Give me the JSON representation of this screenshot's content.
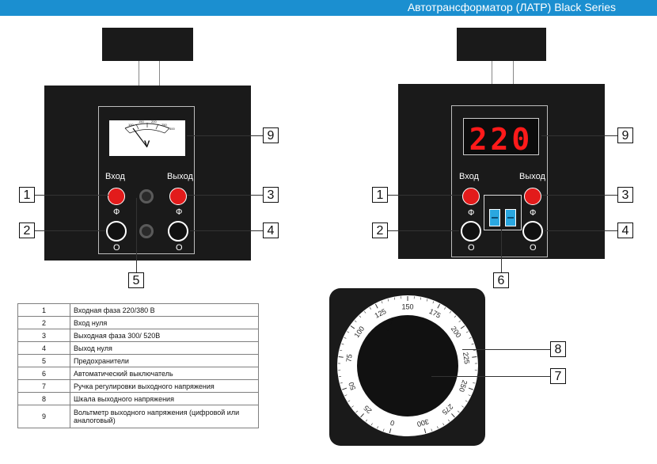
{
  "header": {
    "title": "Автотрансформатор (ЛАТР) Black Series"
  },
  "labels": {
    "input": "Вход",
    "output": "Выход",
    "phase": "Ф",
    "neutral": "О"
  },
  "analog_meter": {
    "unit": "V",
    "scale": [
      "100",
      "150",
      "200",
      "250",
      "300"
    ]
  },
  "digital_display": {
    "value": "220",
    "color": "#ff1a1a"
  },
  "callouts": {
    "c1": "1",
    "c2": "2",
    "c3": "3",
    "c4": "4",
    "c5": "5",
    "c6": "6",
    "c7": "7",
    "c8": "8",
    "c9": "9"
  },
  "dial": {
    "ticks": [
      "0",
      "25",
      "50",
      "75",
      "100",
      "125",
      "150",
      "175",
      "200",
      "225",
      "250",
      "275",
      "300"
    ]
  },
  "legend": [
    {
      "num": "1",
      "text": "Входная фаза 220/380 В"
    },
    {
      "num": "2",
      "text": "Вход нуля"
    },
    {
      "num": "3",
      "text": "Выходная фаза 300/ 520В"
    },
    {
      "num": "4",
      "text": "Выход нуля"
    },
    {
      "num": "5",
      "text": "Предохранители"
    },
    {
      "num": "6",
      "text": "Автоматический выключатель"
    },
    {
      "num": "7",
      "text": "Ручка регулировки выходного напряжения"
    },
    {
      "num": "8",
      "text": "Шкала выходного напряжения"
    },
    {
      "num": "9",
      "text": "Вольтметр выходного напряжения (цифровой или аналоговый)"
    }
  ],
  "colors": {
    "header": "#1b8fd0",
    "panel": "#1a1a1a",
    "terminal_red": "#e21b1b",
    "breaker": "#2aa7e0"
  }
}
